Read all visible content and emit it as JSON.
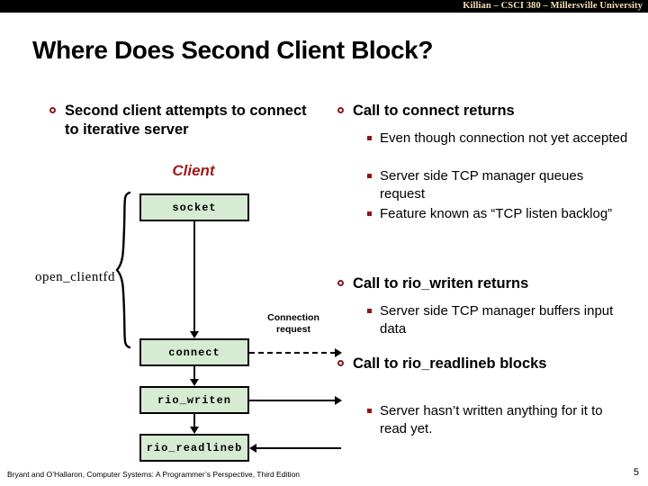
{
  "banner": {
    "text": "Killian – CSCI 380 – Millersville University",
    "background": "#000000",
    "text_color": "#f3dfb8"
  },
  "slide": {
    "title": "Where Does Second Client Block?",
    "accent_color": "#8f1616",
    "node_fill": "#d6ecd2"
  },
  "left_column": {
    "bullet": "Second client attempts to connect to iterative server",
    "client_label": "Client"
  },
  "diagram": {
    "brace_label": "open_clientfd",
    "connection_label": "Connection request",
    "nodes": [
      {
        "id": "socket",
        "label": "socket"
      },
      {
        "id": "connect",
        "label": "connect"
      },
      {
        "id": "rio_writen",
        "label": "rio_writen"
      },
      {
        "id": "rio_readlineb",
        "label": "rio_readlineb"
      }
    ]
  },
  "right_column": {
    "groups": [
      {
        "heading": "Call to connect returns",
        "subpoints": [
          "Even though connection not yet accepted",
          "Server side TCP manager queues request",
          "Feature known as “TCP listen backlog”"
        ]
      },
      {
        "heading": "Call to rio_writen returns",
        "subpoints": [
          "Server side TCP manager buffers input data"
        ]
      },
      {
        "heading": "Call to rio_readlineb blocks",
        "subpoints": [
          "Server hasn’t written anything for it to read yet."
        ]
      }
    ]
  },
  "footer": {
    "credit": "Bryant and O’Hallaron, Computer Systems: A Programmer’s Perspective, Third Edition",
    "page_number": "5"
  }
}
